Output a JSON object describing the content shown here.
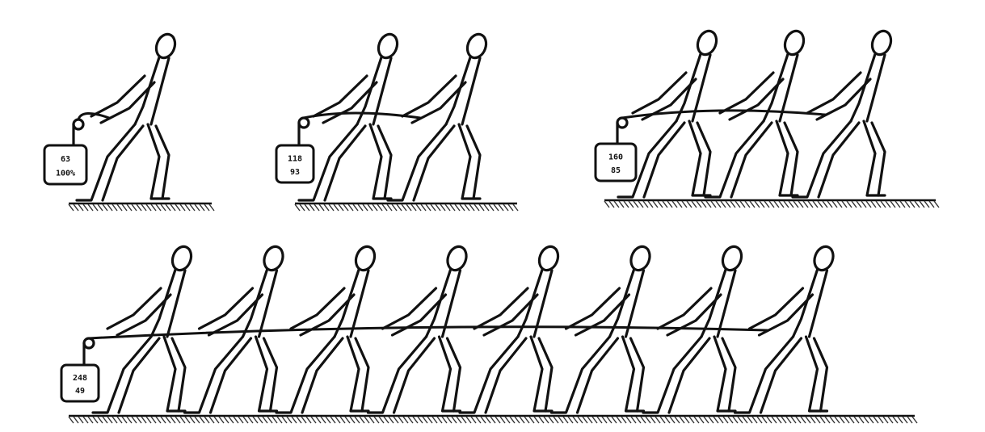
{
  "panels": [
    {
      "name": "one-puller",
      "pullers": 1,
      "box_lines": [
        "63",
        "100%"
      ]
    },
    {
      "name": "two-pullers",
      "pullers": 2,
      "box_lines": [
        "118",
        "93"
      ]
    },
    {
      "name": "three-pullers",
      "pullers": 3,
      "box_lines": [
        "160",
        "85"
      ]
    },
    {
      "name": "eight-pullers",
      "pullers": 8,
      "box_lines": [
        "248",
        "49"
      ]
    }
  ]
}
